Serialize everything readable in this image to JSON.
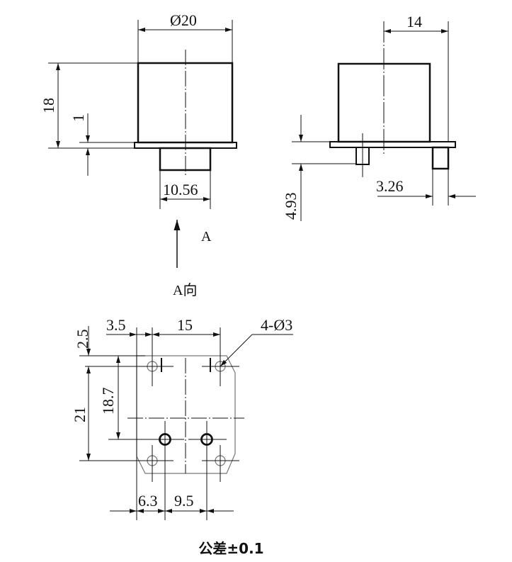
{
  "drawing": {
    "front_view": {
      "diameter_label": "Ø20",
      "height_label": "18",
      "flange_thickness_label": "1",
      "boss_width_label": "10.56"
    },
    "side_view": {
      "width_label": "14",
      "pin_length_label": "4.93",
      "pin_offset_label": "3.26"
    },
    "view_arrow": {
      "arrow_label": "A",
      "view_title": "A向"
    },
    "bottom_view": {
      "top_offset_label": "2.5",
      "left_offset_label": "3.5",
      "hole_spacing_label": "15",
      "hole_callout_label": "4-Ø3",
      "pin_row_label": "18.7",
      "hole_row_label": "21",
      "pin_offset_label": "6.3",
      "pin_spacing_label": "9.5"
    },
    "tolerance_note": "公差±0.1"
  },
  "colors": {
    "line": "#111111",
    "thin_line": "#777777",
    "background": "#ffffff"
  }
}
